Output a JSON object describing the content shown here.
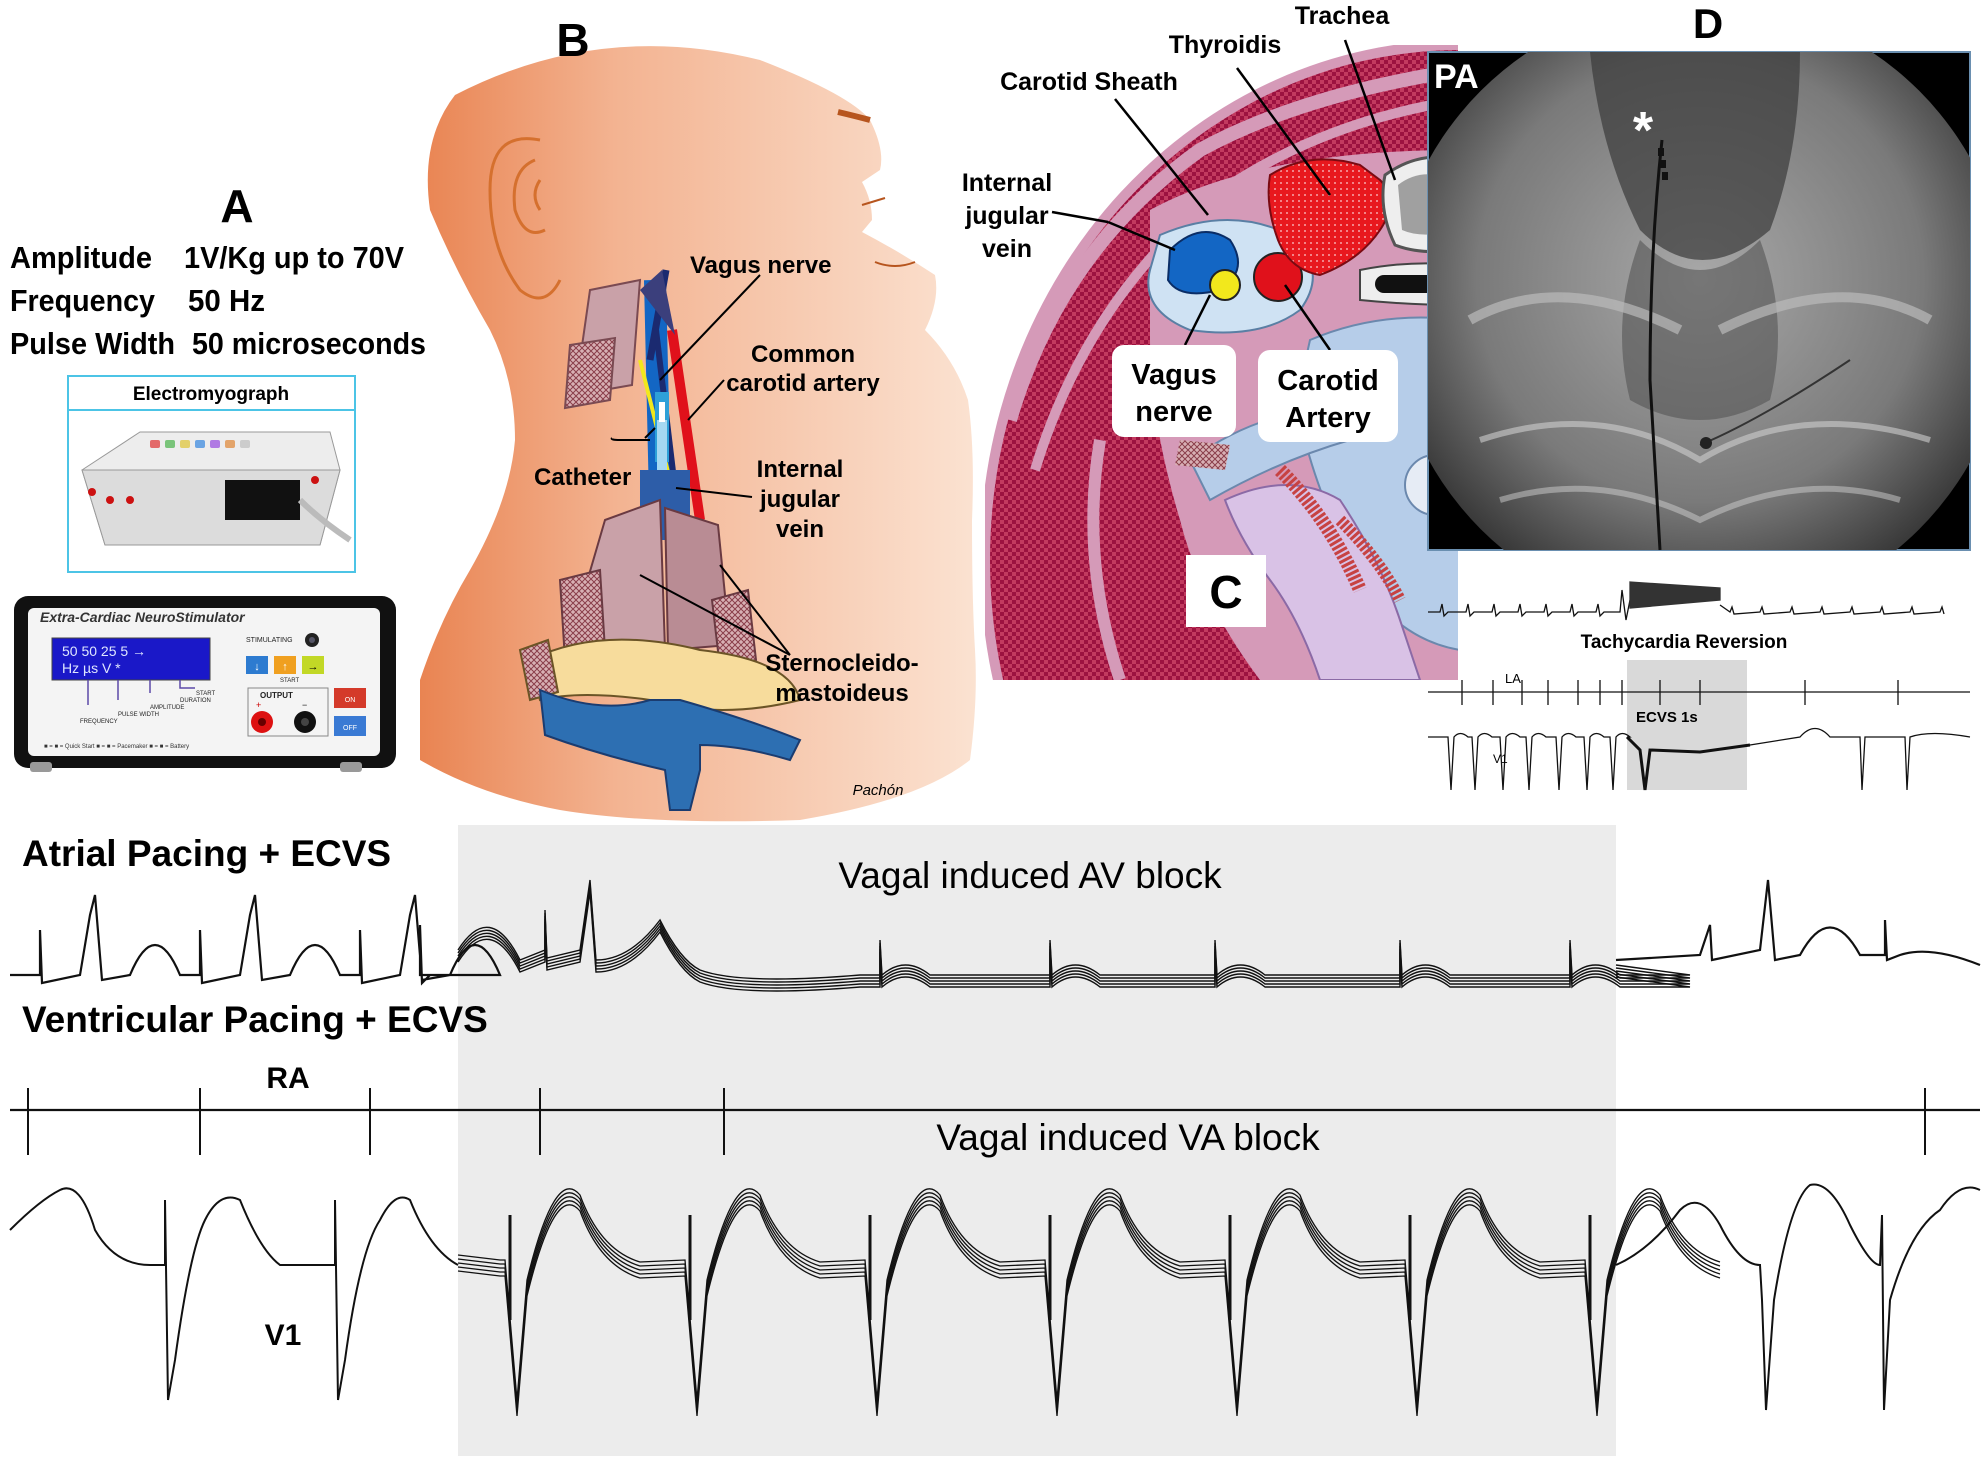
{
  "panel_a": {
    "letter": "A",
    "params": [
      {
        "label": "Amplitude",
        "value": "1V/Kg up to 70V"
      },
      {
        "label": "Frequency",
        "value": "50 Hz"
      },
      {
        "label": "Pulse Width",
        "value": "50 microseconds"
      }
    ],
    "emg_title": "Electromyograph",
    "stim_brand": "Extra-Cardiac NeuroStimulator",
    "lcd_top": "50  50  25  5 →",
    "lcd_bottom": "Hz  µs   V   *",
    "stim_labels": {
      "stimulating": "STIMULATING",
      "start": "START",
      "duration": "DURATION",
      "amplitude": "AMPLITUDE",
      "pulse_width": "PULSE WIDTH",
      "frequency": "FREQUENCY",
      "output": "OUTPUT",
      "on": "ON",
      "off": "OFF",
      "plus": "+",
      "minus": "−"
    },
    "stim_footer": "■ = ■ = Quick Start   ■ = ■ = Pacemaker   ■ = ■ = Battery"
  },
  "panel_b": {
    "letter": "B",
    "vagus": "Vagus nerve",
    "common_1": "Common",
    "common_2": "carotid artery",
    "catheter": "Catheter",
    "ijv_1": "Internal",
    "ijv_2": "jugular",
    "ijv_3": "vein",
    "scm_1": "Sternocleido-",
    "scm_2": "mastoideus",
    "credit": "Pachón"
  },
  "panel_c": {
    "letter": "C",
    "trachea": "Trachea",
    "thyroidis": "Thyroidis",
    "sheath": "Carotid Sheath",
    "ijv_1": "Internal",
    "ijv_2": "jugular",
    "ijv_3": "vein",
    "vagus_1": "Vagus",
    "vagus_2": "nerve",
    "carotid_1": "Carotid",
    "carotid_2": "Artery"
  },
  "panel_d": {
    "letter": "D",
    "view": "PA",
    "marker": "*",
    "tachy": "Tachycardia Reversion",
    "la": "LA",
    "v1": "V1",
    "ecvs": "ECVS 1s"
  },
  "bottom": {
    "atrial_title": "Atrial Pacing + ECVS",
    "av_block": "Vagal induced AV block",
    "ventricular_title": "Ventricular Pacing + ECVS",
    "ra": "RA",
    "va_block": "Vagal induced VA block",
    "v1": "V1"
  },
  "colors": {
    "skin": "#f6cfb4",
    "skin_dark": "#e98452",
    "muscle": "#a0164a",
    "tissue": "#d59ab8",
    "vein": "#1366c4",
    "artery": "#e0111b",
    "nerve": "#f2e81c",
    "shade": "#ececec"
  }
}
